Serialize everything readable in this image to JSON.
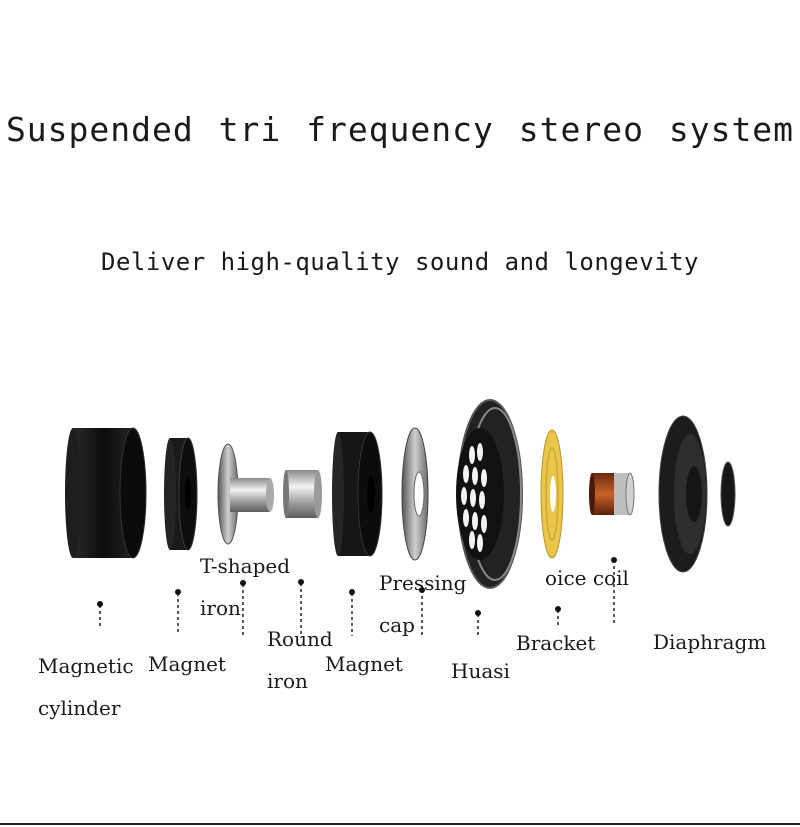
{
  "heading": {
    "title": "Suspended tri frequency stereo system",
    "subtitle": "Deliver high-quality sound and longevity"
  },
  "parts": [
    {
      "id": "magnetic-cylinder",
      "line1": "Magnetic",
      "line2": "cylinder"
    },
    {
      "id": "magnet-1",
      "line1": "Magnet",
      "line2": ""
    },
    {
      "id": "t-shaped-iron",
      "line1": "T-shaped",
      "line2": "iron"
    },
    {
      "id": "round-iron",
      "line1": "Round",
      "line2": "iron"
    },
    {
      "id": "magnet-2",
      "line1": "Magnet",
      "line2": ""
    },
    {
      "id": "pressing-cap",
      "line1": "Pressing",
      "line2": "cap"
    },
    {
      "id": "huasi",
      "line1": "Huasi",
      "line2": ""
    },
    {
      "id": "bracket",
      "line1": "Bracket",
      "line2": ""
    },
    {
      "id": "voice-coil",
      "line1": "oice coil",
      "line2": ""
    },
    {
      "id": "diaphragm",
      "line1": "Diaphragm",
      "line2": ""
    }
  ],
  "colors": {
    "component_dark": "#151515",
    "metal": "#b9b9b9",
    "yellow_ring": "#e9c64a",
    "coil": "#a0461a"
  }
}
